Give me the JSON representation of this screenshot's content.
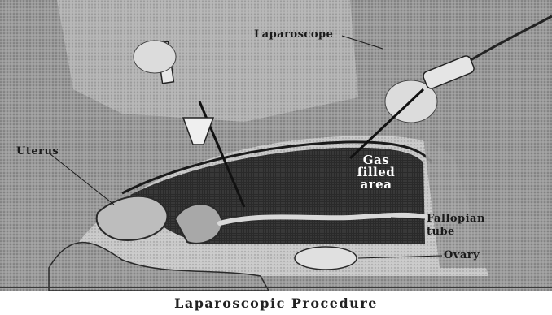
{
  "labels": {
    "laparoscope": "Laparoscope",
    "uterus": "Uterus",
    "gas_filled_area": "Gas filled area",
    "fallopian_tube": "Fallopian tube",
    "ovary": "Ovary"
  },
  "caption": "Laparoscopic Procedure",
  "colors": {
    "background": "#ffffff",
    "drape": "#8a8a8a",
    "cavity": "#111111",
    "skin": "#cfcfcf",
    "line": "#1a1a1a"
  }
}
